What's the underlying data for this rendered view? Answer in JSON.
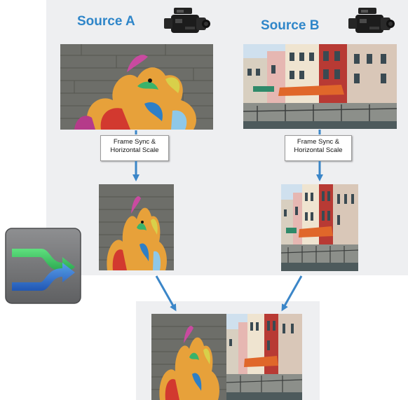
{
  "sources": [
    {
      "title": "Source A",
      "step_line1": "Frame Sync &",
      "step_line2": "Horizontal Scale"
    },
    {
      "title": "Source B",
      "step_line1": "Frame Sync &",
      "step_line2": "Horizontal Scale"
    }
  ],
  "icons": {
    "camera": "camera-icon",
    "switcher": "transition-arrows-icon",
    "arrow": "arrow-down-icon"
  },
  "colors": {
    "accent": "#2f86c9",
    "arrow": "#3b86c8",
    "panel": "#eeeff1",
    "switch_green": "#2fc05a",
    "switch_blue": "#2b6fd1"
  }
}
